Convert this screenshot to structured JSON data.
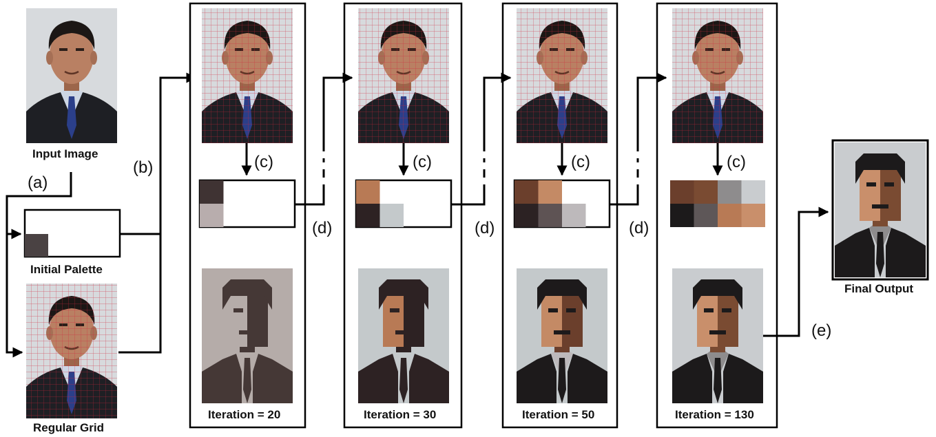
{
  "input": {
    "label": "Input Image",
    "grid_label": "Regular Grid",
    "palette_label": "Initial Palette",
    "initial_palette": [
      "#4a4243"
    ]
  },
  "steps": {
    "a": "(a)",
    "b": "(b)",
    "c": "(c)",
    "d": "(d)",
    "e": "(e)"
  },
  "iterations": [
    {
      "label": "Iteration = 20",
      "palette": [
        [
          "#3f3333",
          null,
          null,
          null
        ],
        [
          "#b8adad",
          null,
          null,
          null
        ]
      ],
      "pixel_colors": {
        "bg": "#b5aca9",
        "dark": "#453836",
        "skin_light": "#b5aca9",
        "skin_dark": "#453836",
        "shirt": "#b5aca9"
      }
    },
    {
      "label": "Iteration = 30",
      "palette": [
        [
          "#b87a55",
          null,
          null,
          null
        ],
        [
          "#2d2223",
          "#c4c9cb",
          null,
          null
        ]
      ],
      "pixel_colors": {
        "bg": "#c4c9cb",
        "dark": "#2d2223",
        "skin_light": "#b87a55",
        "skin_dark": "#2d2223",
        "shirt": "#c4c9cb"
      }
    },
    {
      "label": "Iteration = 50",
      "palette": [
        [
          "#6b3f2c",
          "#c48a65",
          null,
          null
        ],
        [
          "#2c2223",
          "#5e5354",
          "#bdb9bb",
          null
        ]
      ],
      "pixel_colors": {
        "bg": "#c4c9cb",
        "dark": "#1d1a1b",
        "skin_light": "#c48a65",
        "skin_dark": "#6b3f2c",
        "shirt": "#bdb9bb"
      }
    },
    {
      "label": "Iteration = 130",
      "palette": [
        [
          "#6b3f2c",
          "#7a4b32",
          "#8e8c8d",
          "#c9cccf"
        ],
        [
          "#1c1a1b",
          "#5e5758",
          "#b87a55",
          "#c98f6b"
        ]
      ],
      "pixel_colors": {
        "bg": "#c9cccf",
        "dark": "#1c1a1b",
        "skin_light": "#c98f6b",
        "skin_dark": "#7a4b32",
        "shirt": "#8e8c8d"
      }
    }
  ],
  "final": {
    "label": "Final Output",
    "pixel_colors": {
      "bg": "#c9cccf",
      "dark": "#1c1a1b",
      "skin_light": "#c98f6b",
      "skin_dark": "#7a4b32",
      "shirt": "#8e8c8d"
    }
  },
  "colors": {
    "line": "#000000",
    "grid": "#d0253a",
    "photo_bg": "#d8dbde",
    "suit": "#1e1f24",
    "shirt": "#c9d3e3",
    "skin": "#b98063",
    "hair": "#1c1715",
    "tie": "#2b3f8a"
  }
}
